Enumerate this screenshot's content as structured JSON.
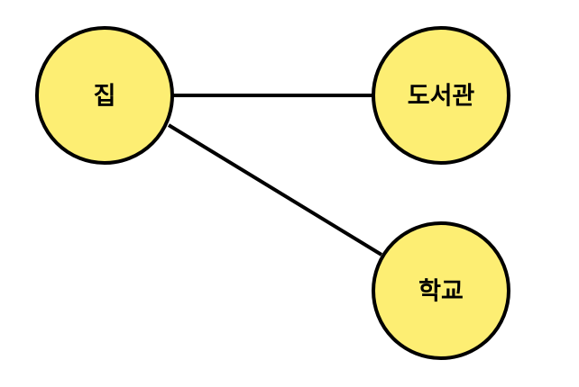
{
  "diagram": {
    "colors": {
      "node_fill": "#FDEE73",
      "node_stroke": "#000000",
      "edge_stroke": "#000000",
      "background": "#FFFFFF"
    },
    "nodes": {
      "home": {
        "label": "집"
      },
      "library": {
        "label": "도서관"
      },
      "school": {
        "label": "학교"
      }
    },
    "edges": [
      {
        "from": "home",
        "to": "library"
      },
      {
        "from": "home",
        "to": "school"
      }
    ]
  }
}
